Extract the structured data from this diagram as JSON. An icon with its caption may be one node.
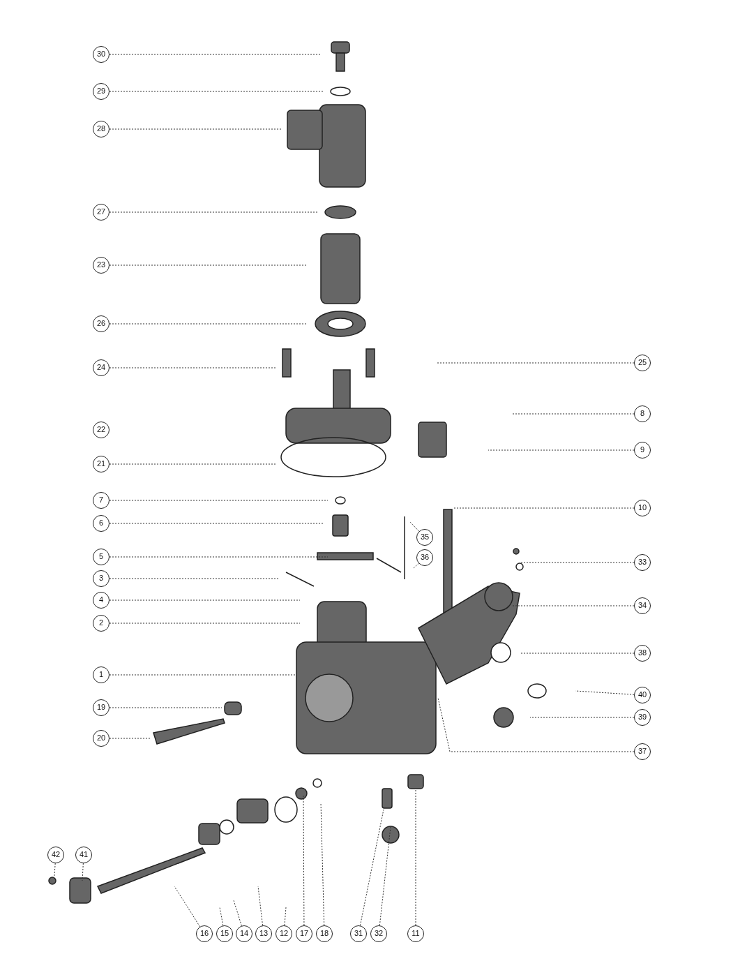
{
  "diagram": {
    "nodes": [
      {
        "text": [
          "30"
        ]
      },
      {
        "text": [
          "29"
        ]
      },
      {
        "text": [
          "28"
        ]
      },
      {
        "text": [
          "27"
        ]
      },
      {
        "text": [
          "23"
        ]
      },
      {
        "text": [
          "26"
        ]
      },
      {
        "text": [
          "24"
        ]
      },
      {
        "text": [
          "25"
        ]
      },
      {
        "text": [
          "8"
        ]
      },
      {
        "text": [
          "22"
        ]
      },
      {
        "text": [
          "9"
        ]
      },
      {
        "text": [
          "21"
        ]
      },
      {
        "text": [
          "7"
        ]
      },
      {
        "text": [
          "10"
        ]
      },
      {
        "text": [
          "6"
        ]
      },
      {
        "text": [
          "35"
        ]
      },
      {
        "text": [
          "5"
        ]
      },
      {
        "text": [
          "36"
        ]
      },
      {
        "text": [
          "33"
        ]
      },
      {
        "text": [
          "3"
        ]
      },
      {
        "text": [
          "4"
        ]
      },
      {
        "text": [
          "34"
        ]
      },
      {
        "text": [
          "2"
        ]
      },
      {
        "text": [
          "38"
        ]
      },
      {
        "text": [
          "1"
        ]
      },
      {
        "text": [
          "40"
        ]
      },
      {
        "text": [
          "19"
        ]
      },
      {
        "text": [
          "39"
        ]
      },
      {
        "text": [
          "20"
        ]
      },
      {
        "text": [
          "37"
        ]
      },
      {
        "text": [
          "42"
        ]
      },
      {
        "text": [
          "41"
        ]
      },
      {
        "text": [
          "16"
        ]
      },
      {
        "text": [
          "15"
        ]
      },
      {
        "text": [
          "14"
        ]
      },
      {
        "text": [
          "13"
        ]
      },
      {
        "text": [
          "12"
        ]
      },
      {
        "text": [
          "17"
        ]
      },
      {
        "text": [
          "18"
        ]
      },
      {
        "text": [
          "31"
        ]
      },
      {
        "text": [
          "32"
        ]
      },
      {
        "text": [
          "11"
        ]
      }
    ],
    "edges": [
      {
        "from": 0,
        "to": null,
        "arrow": "none"
      },
      {
        "from": 1,
        "to": null,
        "arrow": "none"
      },
      {
        "from": 2,
        "to": null,
        "arrow": "none"
      },
      {
        "from": 3,
        "to": null,
        "arrow": "none"
      },
      {
        "from": 4,
        "to": null,
        "arrow": "none"
      },
      {
        "from": 5,
        "to": null,
        "arrow": "none"
      },
      {
        "from": 6,
        "to": null,
        "arrow": "none"
      },
      {
        "from": 7,
        "to": null,
        "arrow": "none"
      },
      {
        "from": 8,
        "to": null,
        "arrow": "none"
      },
      {
        "from": 10,
        "to": null,
        "arrow": "none"
      },
      {
        "from": 11,
        "to": null,
        "arrow": "none"
      },
      {
        "from": 12,
        "to": null,
        "arrow": "none"
      },
      {
        "from": 13,
        "to": null,
        "arrow": "none"
      },
      {
        "from": 14,
        "to": null,
        "arrow": "none"
      },
      {
        "from": 15,
        "to": null,
        "arrow": "none"
      },
      {
        "from": 16,
        "to": null,
        "arrow": "none"
      },
      {
        "from": 17,
        "to": null,
        "arrow": "none"
      },
      {
        "from": 18,
        "to": null,
        "arrow": "none"
      },
      {
        "from": 19,
        "to": null,
        "arrow": "none"
      },
      {
        "from": 20,
        "to": null,
        "arrow": "none"
      },
      {
        "from": 21,
        "to": null,
        "arrow": "none"
      },
      {
        "from": 22,
        "to": null,
        "arrow": "none"
      },
      {
        "from": 23,
        "to": null,
        "arrow": "none"
      },
      {
        "from": 24,
        "to": null,
        "arrow": "none"
      },
      {
        "from": 25,
        "to": null,
        "arrow": "none"
      },
      {
        "from": 26,
        "to": null,
        "arrow": "none"
      },
      {
        "from": 27,
        "to": null,
        "arrow": "none"
      },
      {
        "from": 28,
        "to": null,
        "arrow": "none"
      },
      {
        "from": 29,
        "to": null,
        "arrow": "none"
      },
      {
        "from": 30,
        "to": null,
        "arrow": "none"
      },
      {
        "from": 31,
        "to": null,
        "arrow": "none"
      },
      {
        "from": 32,
        "to": null,
        "arrow": "none"
      },
      {
        "from": 33,
        "to": null,
        "arrow": "none"
      },
      {
        "from": 34,
        "to": null,
        "arrow": "none"
      },
      {
        "from": 35,
        "to": null,
        "arrow": "none"
      },
      {
        "from": 36,
        "to": null,
        "arrow": "none"
      },
      {
        "from": 37,
        "to": null,
        "arrow": "none"
      },
      {
        "from": 38,
        "to": null,
        "arrow": "none"
      },
      {
        "from": 39,
        "to": null,
        "arrow": "none"
      },
      {
        "from": 40,
        "to": null,
        "arrow": "none"
      },
      {
        "from": 41,
        "to": null,
        "arrow": "none"
      }
    ]
  }
}
